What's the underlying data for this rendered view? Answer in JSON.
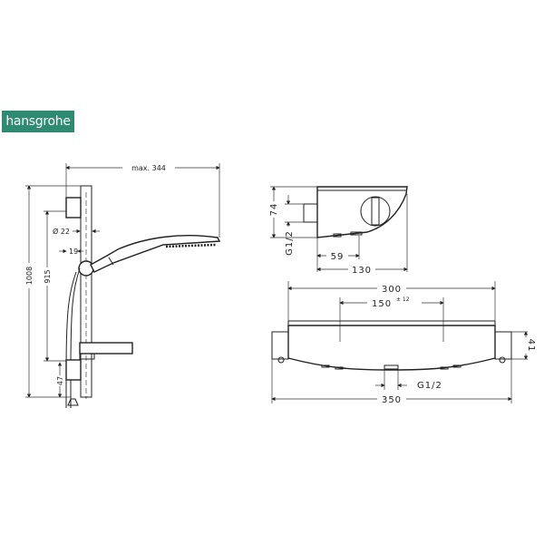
{
  "brand": {
    "logo_text": "hansgrohe",
    "logo_color": "#2e8a70"
  },
  "drawings": {
    "shower_set_side": {
      "dim_max_reach": "max. 344",
      "dim_total_height": "1008",
      "dim_rail_height": "915",
      "dim_rail_diameter": "Ø 22",
      "dim_holder_offset": "19",
      "dim_bottom_offset": "47"
    },
    "thermostat_side": {
      "dim_height": "74",
      "dim_inlet": "G1/2",
      "dim_outlet_offset": "59",
      "dim_depth": "130"
    },
    "thermostat_front": {
      "dim_body_width": "300",
      "dim_inlet_spacing": "150",
      "dim_inlet_spacing_tolerance": "± 12",
      "dim_connection_height": "41",
      "dim_outlet": "G1/2",
      "dim_total_width": "350"
    }
  }
}
